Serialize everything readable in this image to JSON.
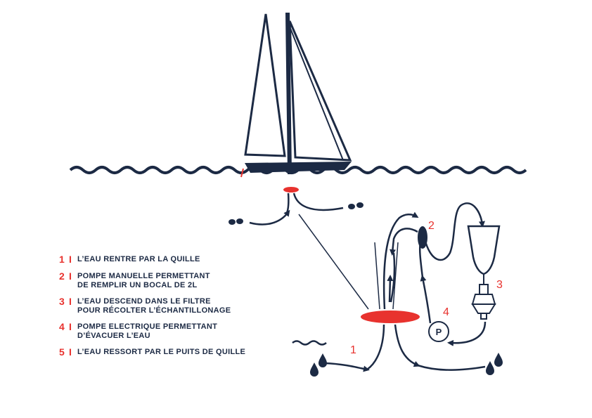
{
  "colors": {
    "navy": "#1c2a44",
    "red": "#e8322e",
    "background": "#ffffff"
  },
  "diagram": {
    "callouts": [
      "1",
      "2",
      "3",
      "4"
    ],
    "pump_label": "P"
  },
  "legend": [
    {
      "number": "1",
      "separator": "I",
      "lines": [
        "L’EAU RENTRE PAR LA QUILLE"
      ]
    },
    {
      "number": "2",
      "separator": "I",
      "lines": [
        "POMPE MANUELLE PERMETTANT",
        "DE REMPLIR UN BOCAL DE 2L"
      ]
    },
    {
      "number": "3",
      "separator": "I",
      "lines": [
        "L’EAU DESCEND DANS LE FILTRE",
        "POUR RÉCOLTER L’ÉCHANTILLONAGE"
      ]
    },
    {
      "number": "4",
      "separator": "I",
      "lines": [
        "POMPE ELECTRIQUE PERMETTANT",
        "D’ÉVACUER L’EAU"
      ]
    },
    {
      "number": "5",
      "separator": "I",
      "lines": [
        "L’EAU RESSORT PAR LE PUITS DE QUILLE"
      ]
    }
  ]
}
